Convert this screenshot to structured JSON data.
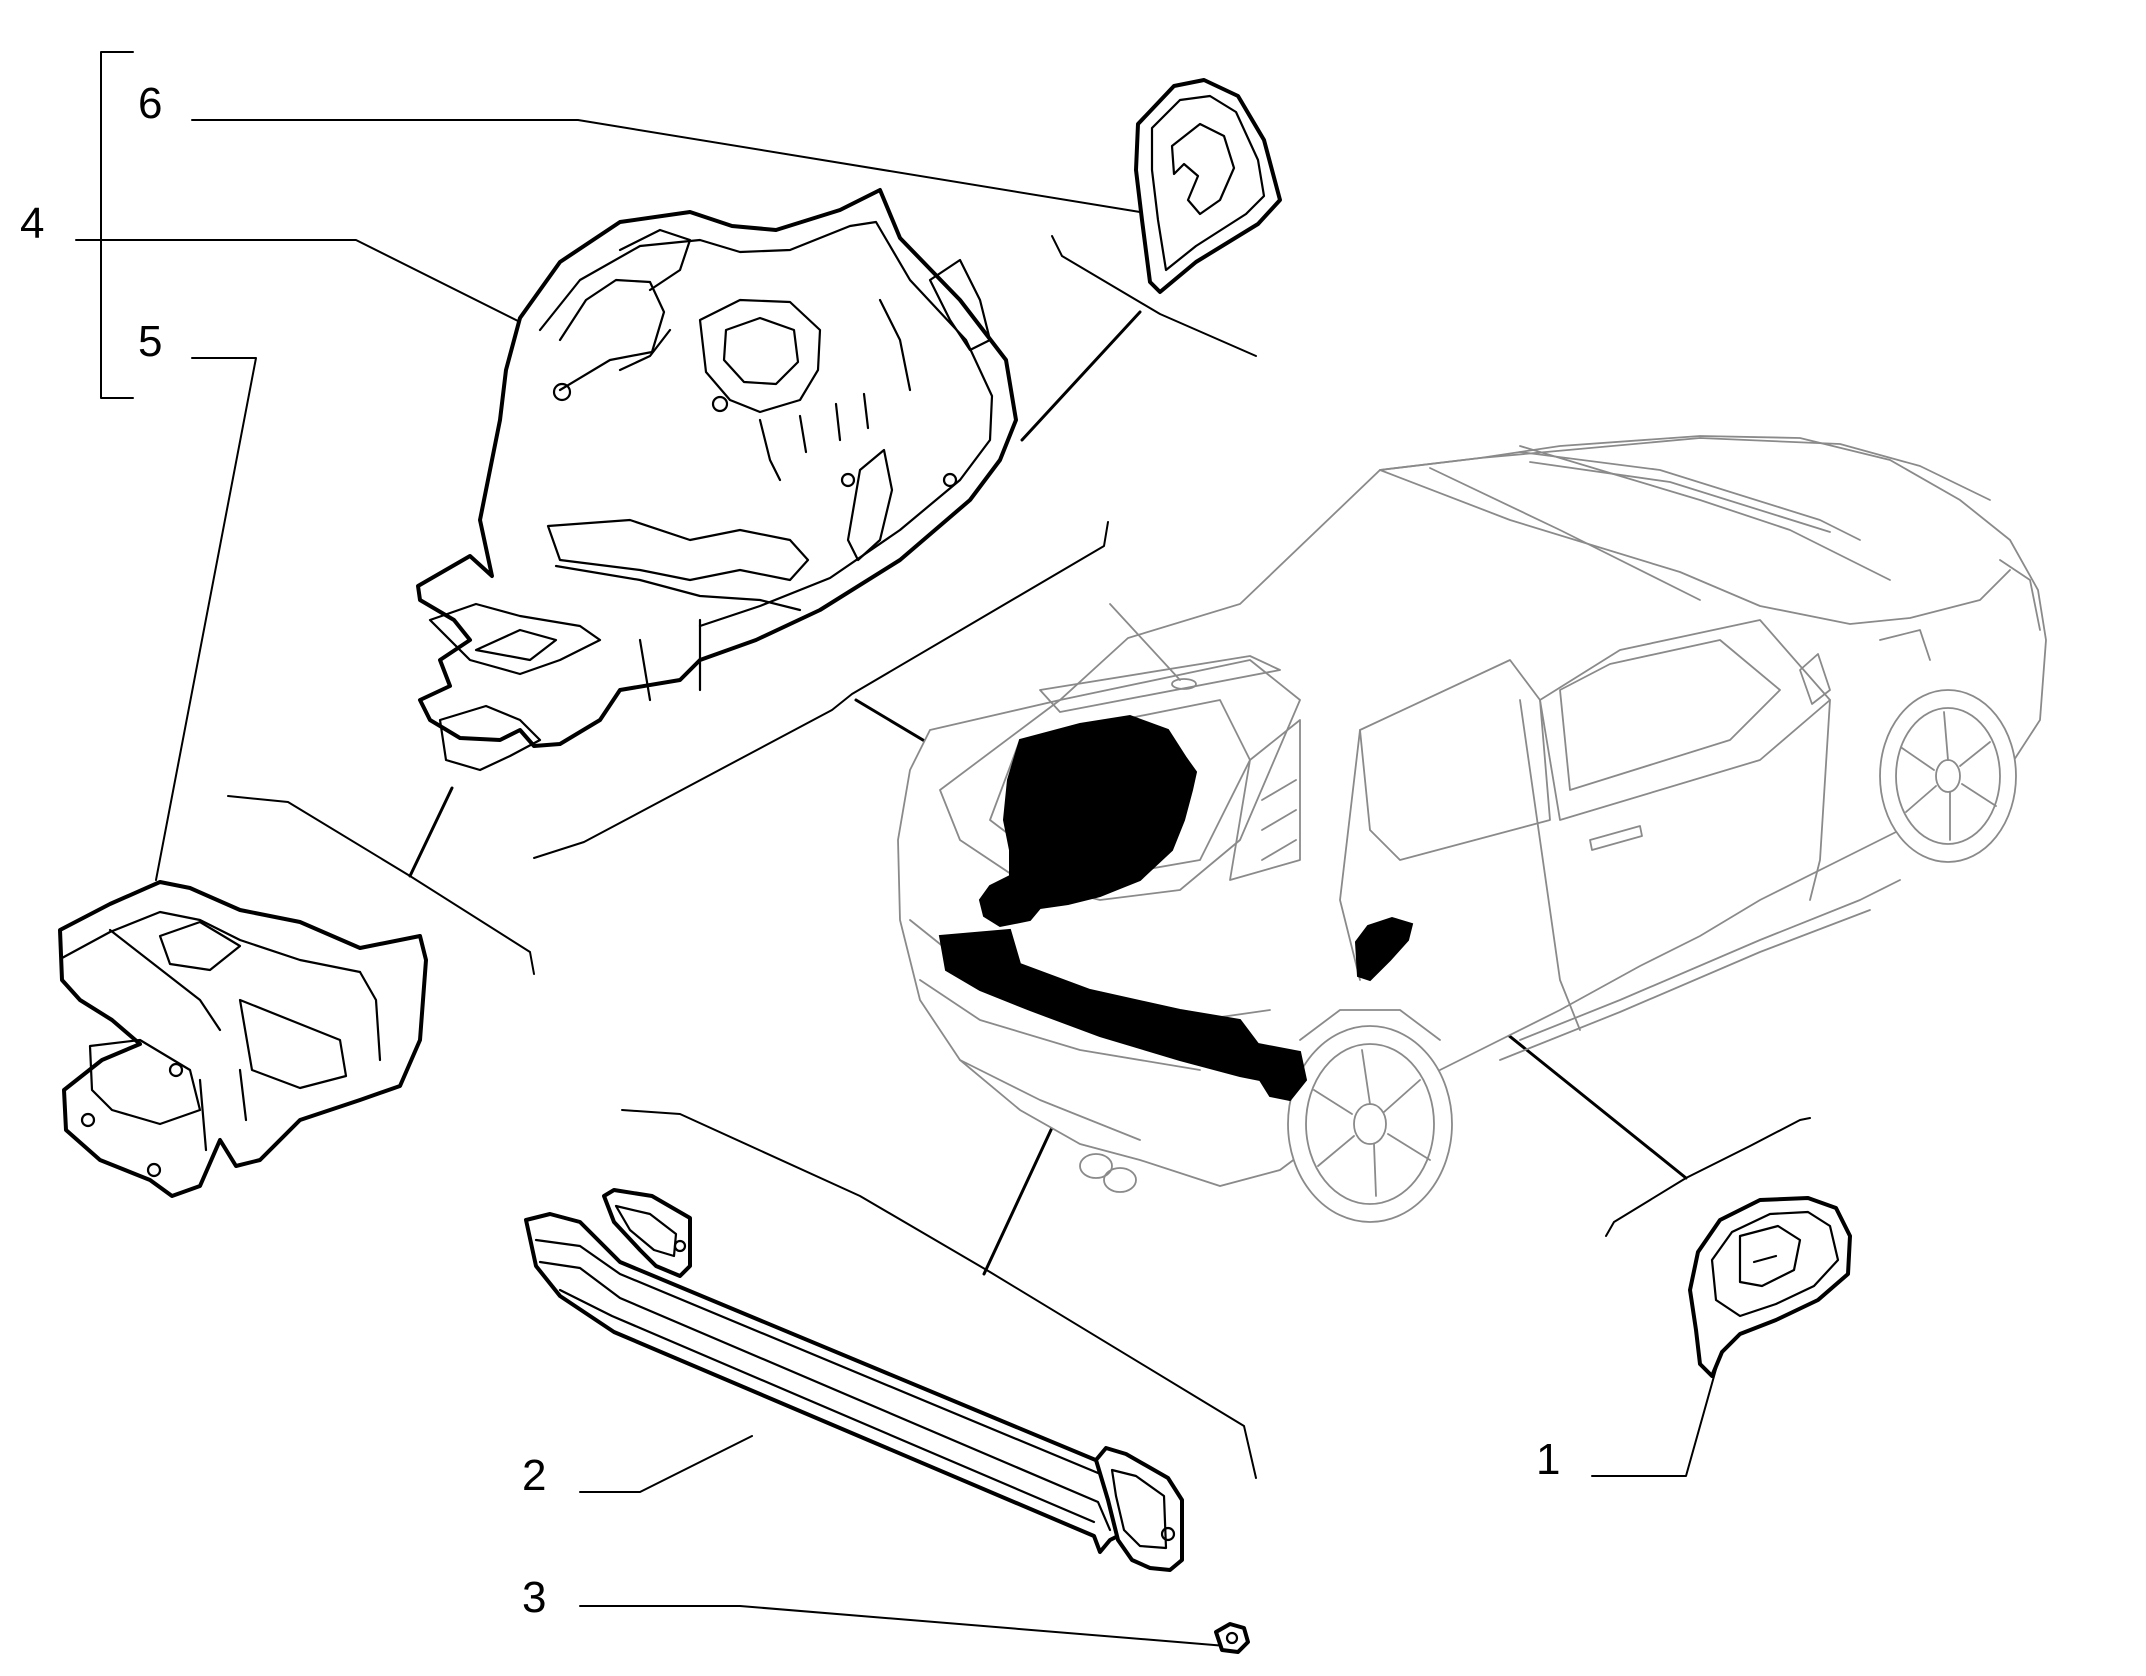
{
  "labels": [
    {
      "id": "1",
      "text": "1"
    },
    {
      "id": "2",
      "text": "2"
    },
    {
      "id": "3",
      "text": "3"
    },
    {
      "id": "4",
      "text": "4"
    },
    {
      "id": "5",
      "text": "5"
    },
    {
      "id": "6",
      "text": "6"
    }
  ],
  "colors": {
    "line": "#000000",
    "car_outline": "#8a8a8a",
    "highlight": "#000000",
    "background": "#ffffff"
  }
}
